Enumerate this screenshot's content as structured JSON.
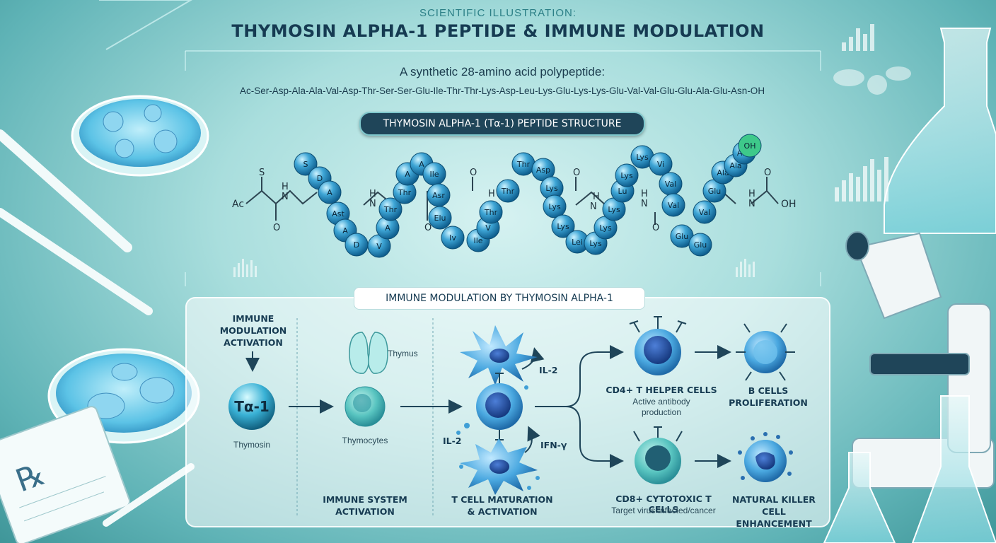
{
  "header": {
    "kicker": "SCIENTIFIC ILLUSTRATION:",
    "title": "THYMOSIN ALPHA-1 PEPTIDE & IMMUNE MODULATION"
  },
  "intro": {
    "line1": "A synthetic 28-amino acid polypeptide:",
    "sequence": "Ac-Ser-Asp-Ala-Ala-Val-Asp-Thr-Ser-Ser-Glu-Ile-Thr-Thr-Lys-Asp-Leu-Lys-Glu-Lys-Lys-Glu-Val-Val-Glu-Glu-Ala-Glu-Asn-OH"
  },
  "structure": {
    "title": "THYMOSIN ALPHA-1 (Tα-1) PEPTIDE STRUCTURE",
    "n_terminal": "Ac",
    "c_terminal": "OH",
    "chem": {
      "s": "S",
      "h": "H",
      "n": "N",
      "o": "O"
    },
    "residues": [
      "S",
      "D",
      "A",
      "Ast",
      "A",
      "D",
      "V",
      "A",
      "Thr",
      "Thr",
      "A",
      "A",
      "Ile",
      "Asr",
      "Elu",
      "Iv",
      "Ile",
      "V",
      "Thr",
      "Thr",
      "Thr",
      "Asp",
      "Lys",
      "Lys",
      "Lys",
      "Lei",
      "Lys",
      "Lys",
      "Lys",
      "Lu",
      "Lys",
      "Lys",
      "Vi",
      "Val",
      "Val",
      "Glu",
      "Glu",
      "Val",
      "Glu",
      "Ala",
      "Ala",
      "Asn",
      "OH"
    ]
  },
  "immune": {
    "title": "IMMUNE MODULATION BY THYMOSIN ALPHA-1",
    "start_label": "IMMUNE\nMODULATION\nACTIVATION",
    "ta1": "Tα-1",
    "thymosin": "Thymosin",
    "thymus": "Thymus",
    "thymocytes": "Thymocytes",
    "immune_system": "IMMUNE SYSTEM\nACTIVATION",
    "il2_top": "IL-2",
    "il2_left": "IL-2",
    "ifn": "IFN-γ",
    "tcell": "T CELL MATURATION\n& ACTIVATION",
    "cd4": "CD4+ T HELPER CELLS",
    "cd4_sub": "Active antibody\nproduction",
    "bcells": "B CELLS\nPROLIFERATION",
    "cd8": "CD8+ CYTOTOXIC T CELLS",
    "cd8_sub": "Target virus-infected/cancer",
    "nk": "NATURAL KILLER CELL\nENHANCEMENT"
  },
  "decor": {
    "prescription": "℞"
  },
  "colors": {
    "navy": "#163b52",
    "teal": "#2a8f98",
    "cell_blue": "#2f8fd0",
    "bg": "#a9dedd"
  }
}
